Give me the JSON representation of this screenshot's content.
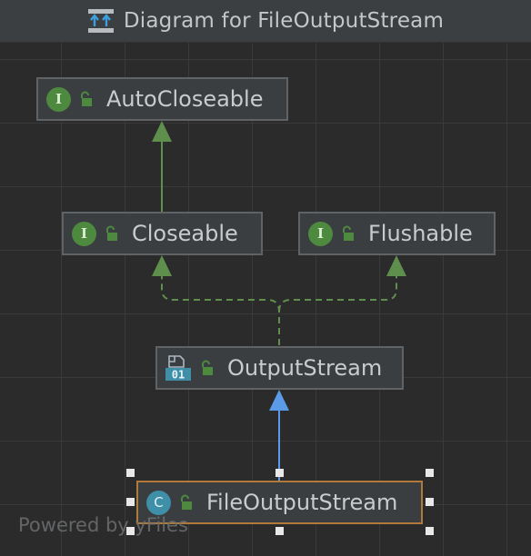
{
  "window": {
    "title": "Diagram for FileOutputStream",
    "title_icon": "hierarchy-diagram-icon"
  },
  "nodes": {
    "autocloseable": {
      "label": "AutoCloseable",
      "kind": "interface",
      "badge": "I"
    },
    "closeable": {
      "label": "Closeable",
      "kind": "interface",
      "badge": "I"
    },
    "flushable": {
      "label": "Flushable",
      "kind": "interface",
      "badge": "I"
    },
    "outputstream": {
      "label": "OutputStream",
      "kind": "abstract-class",
      "badge": "01"
    },
    "fileoutputstream": {
      "label": "FileOutputStream",
      "kind": "class",
      "badge": "C",
      "selected": true
    }
  },
  "edges": [
    {
      "from": "Closeable",
      "to": "AutoCloseable",
      "type": "extends"
    },
    {
      "from": "OutputStream",
      "to": "Closeable",
      "type": "implements"
    },
    {
      "from": "OutputStream",
      "to": "Flushable",
      "type": "implements"
    },
    {
      "from": "FileOutputStream",
      "to": "OutputStream",
      "type": "extends"
    }
  ],
  "watermark": "Powered by yFiles",
  "colors": {
    "interface_edge": "#5f8f4c",
    "class_edge": "#5a9ae6",
    "selection_border": "#b07a3a",
    "background": "#2b2b2b"
  }
}
